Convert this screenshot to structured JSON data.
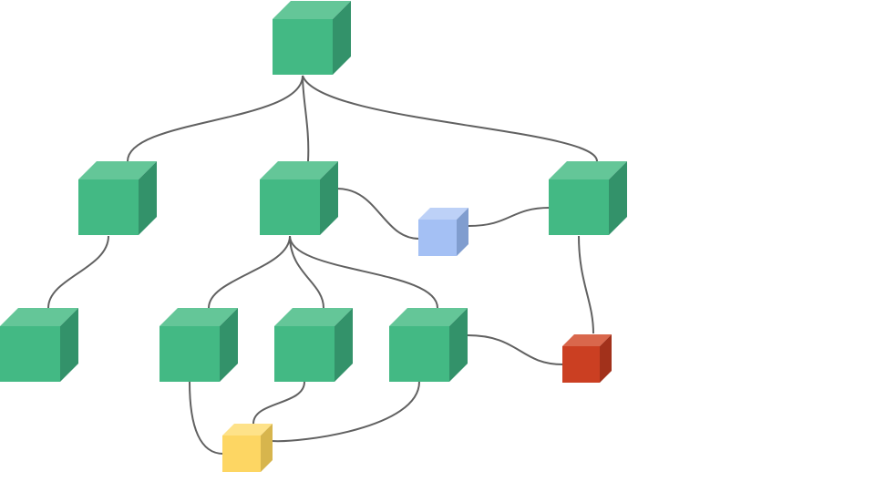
{
  "colors": {
    "green": {
      "front": "#43b984",
      "top": "#64c698",
      "side": "#33926a"
    },
    "blue": {
      "front": "#a4c0f4",
      "top": "#bdd1f7",
      "side": "#809dcf"
    },
    "red": {
      "front": "#cb3f22",
      "top": "#d9674c",
      "side": "#a2311b"
    },
    "yellow": {
      "front": "#fdd663",
      "top": "#fee289",
      "side": "#d7b54d"
    },
    "edge": "#616161"
  },
  "nodes": [
    {
      "id": "root",
      "color": "green"
    },
    {
      "id": "left",
      "color": "green"
    },
    {
      "id": "middle",
      "color": "green"
    },
    {
      "id": "right",
      "color": "green"
    },
    {
      "id": "far-left-leaf",
      "color": "green"
    },
    {
      "id": "middle-child-1",
      "color": "green"
    },
    {
      "id": "middle-child-2",
      "color": "green"
    },
    {
      "id": "middle-child-3",
      "color": "green"
    },
    {
      "id": "blue-node",
      "color": "blue"
    },
    {
      "id": "red-node",
      "color": "red"
    },
    {
      "id": "yellow-node",
      "color": "yellow"
    }
  ],
  "edges": [
    {
      "from": "root",
      "to": "left"
    },
    {
      "from": "root",
      "to": "middle"
    },
    {
      "from": "root",
      "to": "right"
    },
    {
      "from": "left",
      "to": "far-left-leaf"
    },
    {
      "from": "middle",
      "to": "middle-child-1"
    },
    {
      "from": "middle",
      "to": "middle-child-2"
    },
    {
      "from": "middle",
      "to": "middle-child-3"
    },
    {
      "from": "middle",
      "to": "blue-node"
    },
    {
      "from": "blue-node",
      "to": "right"
    },
    {
      "from": "right",
      "to": "red-node"
    },
    {
      "from": "middle-child-3",
      "to": "red-node"
    },
    {
      "from": "middle-child-1",
      "to": "yellow-node"
    },
    {
      "from": "middle-child-2",
      "to": "yellow-node"
    },
    {
      "from": "middle-child-3",
      "to": "yellow-node"
    }
  ]
}
